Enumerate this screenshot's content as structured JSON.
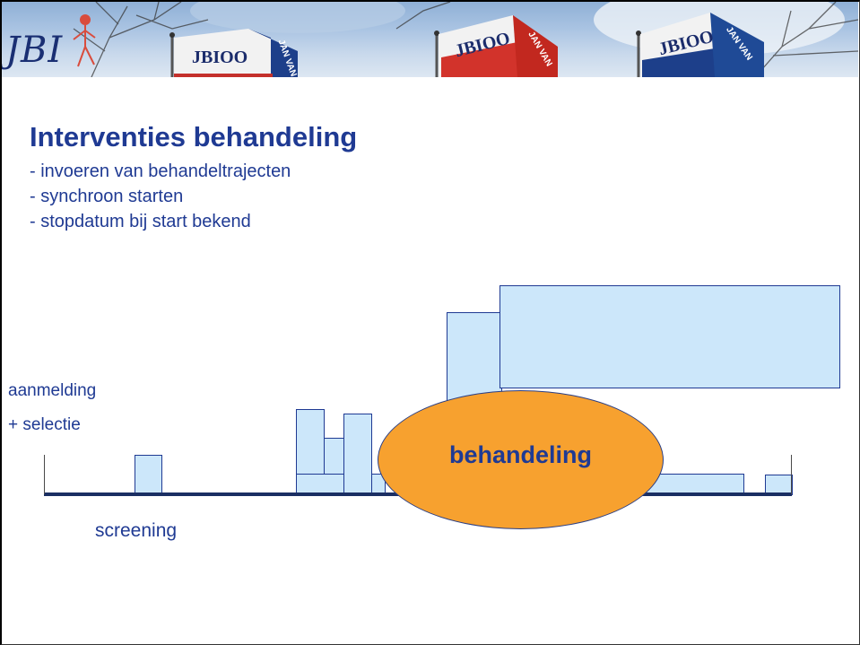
{
  "header": {
    "logo_text": "JBI",
    "flag_text": "JBIOO",
    "flag_side_text": "JAN VAN"
  },
  "slide": {
    "title": "Interventies behandeling",
    "bullets": [
      "- invoeren van behandeltrajecten",
      "- synchroon starten",
      "- stopdatum bij start bekend"
    ]
  },
  "diagram": {
    "label_aanmelding": "aanmelding",
    "label_selectie": "+ selectie",
    "label_screening": "screening",
    "label_behandeling": "behandeling",
    "colors": {
      "box_fill": "#cce7fa",
      "box_border": "#1f3a93",
      "ellipse_fill": "#f7a12f",
      "axis": "#1b2f63",
      "text": "#1f3a93"
    }
  }
}
